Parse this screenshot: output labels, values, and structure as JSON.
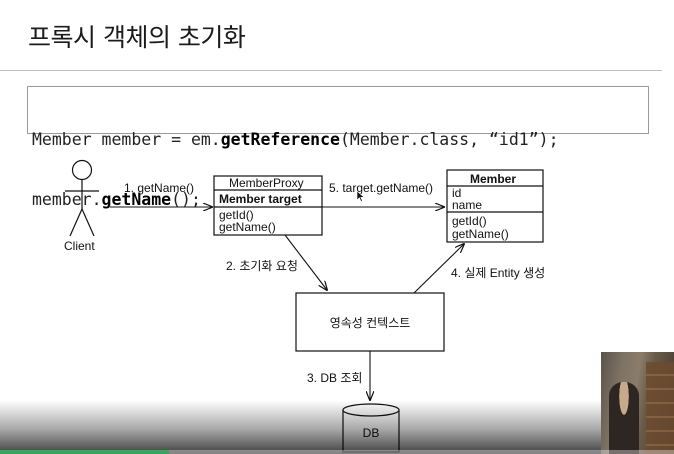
{
  "slide": {
    "title": "프록시 객체의 초기화"
  },
  "code": {
    "line1_pre": "Member member = em.",
    "line1_method": "getReference",
    "line1_post": "(Member.class, “id1”);",
    "line2_pre": "member.",
    "line2_method": "getName",
    "line2_post": "();"
  },
  "diagram": {
    "actor_label": "Client",
    "proxy_box": {
      "title": "MemberProxy",
      "field": "Member target",
      "methods": [
        "getId()",
        "getName()"
      ]
    },
    "member_box": {
      "title": "Member",
      "fields": [
        "id",
        "name"
      ],
      "methods": [
        "getId()",
        "getName()"
      ]
    },
    "context_box": {
      "label": "영속성 컨텍스트"
    },
    "db": {
      "label": "DB"
    },
    "arrows": {
      "step1": "1. getName()",
      "step2": "2. 초기화 요청",
      "step3": "3. DB 조회",
      "step4": "4. 실제 Entity 생성",
      "step5": "5. target.getName()"
    }
  },
  "player": {
    "progress": 0.25,
    "accent_color": "#3ba55c"
  }
}
